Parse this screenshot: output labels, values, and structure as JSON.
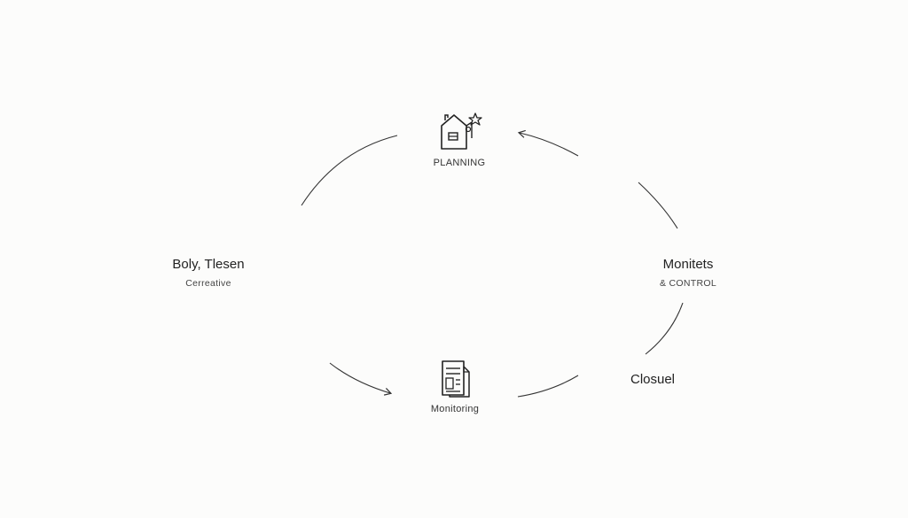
{
  "diagram": {
    "nodes": {
      "planning": {
        "label": "PLANNING",
        "icon": "house-star-icon"
      },
      "monitoring": {
        "label": "Monitoring",
        "icon": "document-icon"
      },
      "left": {
        "title": "Boly, Tlesen",
        "subtitle": "Cerreative"
      },
      "right": {
        "title": "Monitets",
        "subtitle": "& CONTROL"
      },
      "closure": {
        "title": "Closuel"
      }
    },
    "colors": {
      "background": "#fcfcfb",
      "line": "#333333",
      "text": "#222222"
    }
  }
}
